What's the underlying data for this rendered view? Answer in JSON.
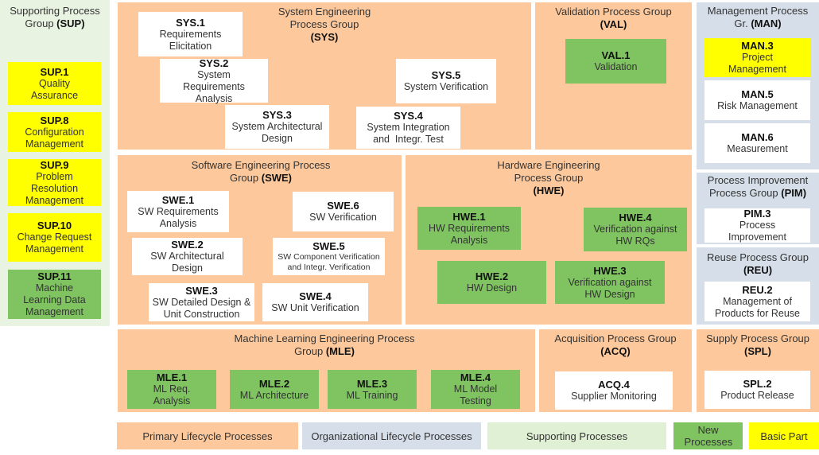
{
  "groups": {
    "sup": {
      "title": "Supporting Process Group ",
      "abbr": "(SUP)",
      "items": [
        {
          "id": "SUP.1",
          "name": "Quality Assurance",
          "type": "basic"
        },
        {
          "id": "SUP.8",
          "name": "Configuration Management",
          "type": "basic"
        },
        {
          "id": "SUP.9",
          "name": "Problem Resolution Management",
          "type": "basic"
        },
        {
          "id": "SUP.10",
          "name": "Change Request Management",
          "type": "basic"
        },
        {
          "id": "SUP.11",
          "name": "Machine Learning Data Management",
          "type": "new"
        }
      ]
    },
    "sys": {
      "title": "System Engineering Process Group",
      "abbr": "(SYS)",
      "items": [
        {
          "id": "SYS.1",
          "name": "Requirements Elicitation",
          "type": "standard"
        },
        {
          "id": "SYS.2",
          "name": "System Requirements Analysis",
          "type": "standard"
        },
        {
          "id": "SYS.3",
          "name": "System Architectural Design",
          "type": "standard"
        },
        {
          "id": "SYS.4",
          "name": "System Integration and  Integr. Test",
          "type": "standard"
        },
        {
          "id": "SYS.5",
          "name": "System Verification",
          "type": "standard"
        }
      ]
    },
    "val": {
      "title": "Validation Process Group",
      "abbr": "(VAL)",
      "items": [
        {
          "id": "VAL.1",
          "name": "Validation",
          "type": "new"
        }
      ]
    },
    "man": {
      "title": "Management Process Gr. ",
      "abbr": "(MAN)",
      "items": [
        {
          "id": "MAN.3",
          "name": "Project Management",
          "type": "basic"
        },
        {
          "id": "MAN.5",
          "name": "Risk Management",
          "type": "standard"
        },
        {
          "id": "MAN.6",
          "name": "Measurement",
          "type": "standard"
        }
      ]
    },
    "swe": {
      "title": "Software Engineering Process Group ",
      "abbr": "(SWE)",
      "items": [
        {
          "id": "SWE.1",
          "name": "SW Requirements Analysis",
          "type": "standard"
        },
        {
          "id": "SWE.2",
          "name": "SW Architectural Design",
          "type": "standard"
        },
        {
          "id": "SWE.3",
          "name": "SW Detailed Design & Unit Construction",
          "type": "standard"
        },
        {
          "id": "SWE.4",
          "name": "SW Unit Verification",
          "type": "standard"
        },
        {
          "id": "SWE.5",
          "name": "SW Component Verification and Integr. Verification",
          "type": "standard"
        },
        {
          "id": "SWE.6",
          "name": "SW Verification",
          "type": "standard"
        }
      ]
    },
    "hwe": {
      "title": "Hardware Engineering Process Group",
      "abbr": "(HWE)",
      "items": [
        {
          "id": "HWE.1",
          "name": "HW Requirements Analysis",
          "type": "new"
        },
        {
          "id": "HWE.2",
          "name": "HW Design",
          "type": "new"
        },
        {
          "id": "HWE.3",
          "name": "Verification against HW Design",
          "type": "new"
        },
        {
          "id": "HWE.4",
          "name": "Verification against HW RQs",
          "type": "new"
        }
      ]
    },
    "pim": {
      "title": "Process Improvement Process Group ",
      "abbr": "(PIM)",
      "items": [
        {
          "id": "PIM.3",
          "name": "Process Improvement",
          "type": "standard"
        }
      ]
    },
    "reu": {
      "title": "Reuse Process Group",
      "abbr": "(REU)",
      "items": [
        {
          "id": "REU.2",
          "name": "Management of Products for Reuse",
          "type": "standard"
        }
      ]
    },
    "mle": {
      "title": "Machine Learning Engineering Process Group ",
      "abbr": "(MLE)",
      "items": [
        {
          "id": "MLE.1",
          "name": "ML Req. Analysis",
          "type": "new"
        },
        {
          "id": "MLE.2",
          "name": "ML Architecture",
          "type": "new"
        },
        {
          "id": "MLE.3",
          "name": "ML Training",
          "type": "new"
        },
        {
          "id": "MLE.4",
          "name": "ML Model Testing",
          "type": "new"
        }
      ]
    },
    "acq": {
      "title": "Acquisition Process Group",
      "abbr": "(ACQ)",
      "items": [
        {
          "id": "ACQ.4",
          "name": "Supplier Monitoring",
          "type": "standard"
        }
      ]
    },
    "spl": {
      "title": "Supply Process Group",
      "abbr": "(SPL)",
      "items": [
        {
          "id": "SPL.2",
          "name": "Product Release",
          "type": "standard"
        }
      ]
    }
  },
  "legend": [
    {
      "label": "Primary Lifecycle Processes",
      "color": "#fdc99c"
    },
    {
      "label": "Organizational Lifecycle Processes",
      "color": "#d6dfe9"
    },
    {
      "label": "Supporting Processes",
      "color": "#e0f0d4"
    },
    {
      "label": "New Processes",
      "color": "#7fc461"
    },
    {
      "label": "Basic Part",
      "color": "#ffff00"
    }
  ],
  "colors": {
    "primary": "#fdc99c",
    "organizational": "#d6dfe9",
    "supporting": "#e9f3e2",
    "new": "#7fc461",
    "basic": "#ffff00",
    "standard": "#ffffff"
  }
}
